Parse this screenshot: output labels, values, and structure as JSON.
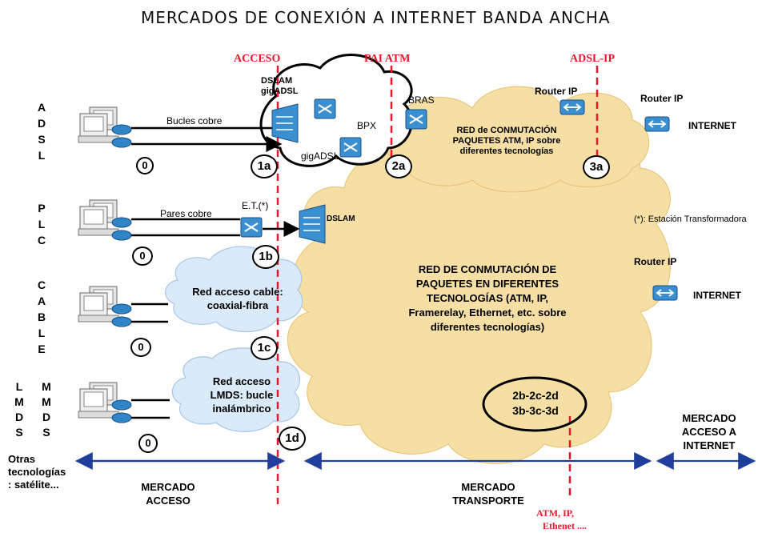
{
  "title": "MERCADOS DE CONEXIÓN A INTERNET BANDA ANCHA",
  "boundaries": {
    "acceso": "ACCESO",
    "pai_atm": "PAI ATM",
    "adsl_ip": "ADSL-IP",
    "atm_ip_eth": [
      "ATM, IP,",
      "Ethenet ...."
    ]
  },
  "rows": {
    "adsl": [
      "A",
      "D",
      "S",
      "L"
    ],
    "plc": [
      "P",
      "L",
      "C"
    ],
    "cable": [
      "C",
      "A",
      "B",
      "L",
      "E"
    ],
    "lmds_1": [
      "L",
      "M",
      "D",
      "S"
    ],
    "lmds_2": [
      "M",
      "M",
      "D",
      "S"
    ]
  },
  "labels": {
    "bucles_cobre": "Bucles cobre",
    "pares_cobre": "Pares cobre",
    "dslam_gigadsl": [
      "DSLAM",
      "gigADSL"
    ],
    "gigadsl": "gigADSL",
    "bpx": "BPX",
    "bras": "BRAS",
    "router_ip": "Router IP",
    "internet": "INTERNET",
    "et": "E.T.(*)",
    "dslam": "DSLAM",
    "estacion_note": "(*): Estación Transformadora",
    "red_conmutacion_atm": [
      "RED de CONMUTACIÓN",
      "PAQUETES ATM, IP sobre",
      "diferentes tecnologías"
    ],
    "red_conmutacion_main": [
      "RED DE CONMUTACIÓN DE",
      "PAQUETES EN DIFERENTES",
      "TECNOLOGÍAS (ATM, IP,",
      "Framerelay, Ethernet, etc. sobre",
      "diferentes tecnologías)"
    ],
    "red_cable": [
      "Red acceso cable:",
      "coaxial-fibra"
    ],
    "red_lmds": [
      "Red acceso",
      "LMDS: bucle",
      "inalámbrico"
    ],
    "otras": [
      "Otras",
      "tecnologías",
      ": satélite..."
    ],
    "mercado_acceso": [
      "MERCADO",
      "ACCESO"
    ],
    "mercado_transporte": [
      "MERCADO",
      "TRANSPORTE"
    ],
    "mercado_internet": [
      "MERCADO",
      "ACCESO A",
      "INTERNET"
    ],
    "points_2b": [
      "2b-2c-2d",
      "3b-3c-3d"
    ]
  },
  "markers": {
    "m0": "0",
    "m1a": "1a",
    "m1b": "1b",
    "m1c": "1c",
    "m1d": "1d",
    "m2a": "2a",
    "m3a": "3a"
  },
  "colors": {
    "boundary_red": "#e8182c",
    "arrow_blue": "#1f3f9a",
    "cloud_tan": "#f6dfa4",
    "cloud_blue": "#dbeaf8",
    "device_blue": "#2e86c8"
  }
}
